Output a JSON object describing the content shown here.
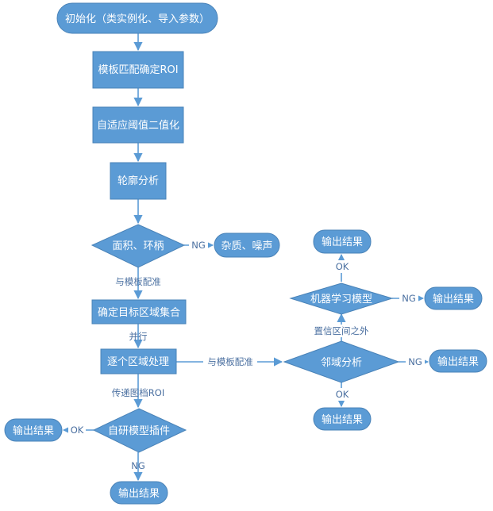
{
  "nodes": {
    "init": "初始化（类实例化、导入参数）",
    "roi": "模板匹配确定ROI",
    "binarize": "自适应阈值二值化",
    "contour": "轮廓分析",
    "area_check": "面积、环柄",
    "noise": "杂质、噪声",
    "target_set": "确定目标区域集合",
    "process_each": "逐个区域处理",
    "plugin": "自研模型插件",
    "output_plugin_ok": "输出结果",
    "output_plugin_ng": "输出结果",
    "neighbor": "邻域分析",
    "output_neighbor_ng": "输出结果",
    "output_neighbor_ok": "输出结果",
    "ml_model": "机器学习模型",
    "output_ml_ng": "输出结果",
    "output_ml_ok": "输出结果"
  },
  "edges": {
    "area_ng": "NG",
    "match_template": "与模板配准",
    "parallel": "并行",
    "pass_roi": "传递图档ROI",
    "plugin_ok": "OK",
    "plugin_ng": "NG",
    "match_template_2": "与模板配准",
    "neighbor_ng": "NG",
    "neighbor_ok": "OK",
    "outside_confidence": "置信区间之外",
    "ml_ng": "NG",
    "ml_ok": "OK"
  }
}
